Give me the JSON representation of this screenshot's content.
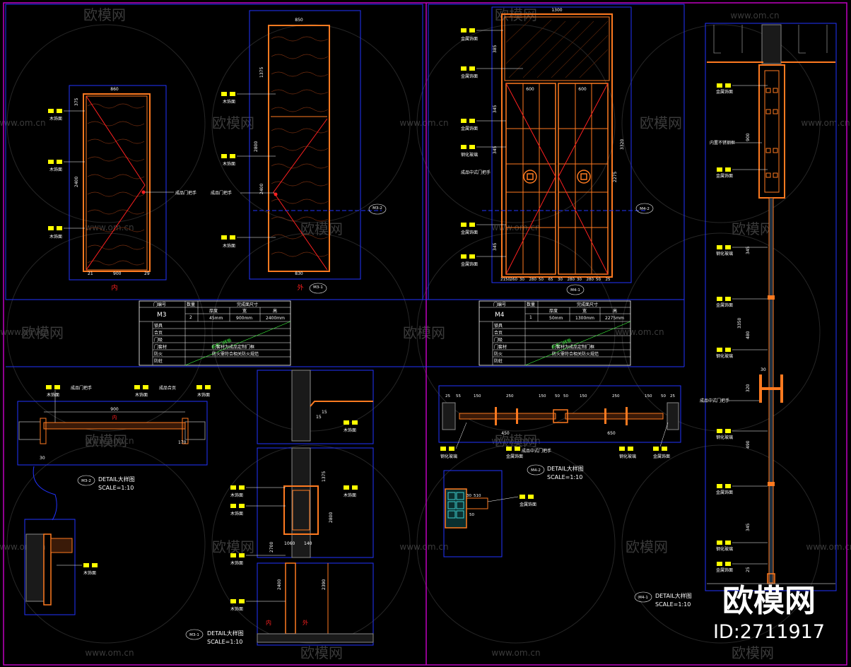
{
  "watermark": {
    "site": "www.om.cn",
    "brand": "欧模网",
    "id_label": "ID:2711917"
  },
  "colors": {
    "frame": "#c000c0",
    "line": "#2233ff",
    "door": "#ff7a20",
    "red": "#ff2020",
    "tag": "#ffff00",
    "green": "#40ff40",
    "text": "#ffffff"
  },
  "material_tags": {
    "wood": "木饰面",
    "metal": "金属饰面",
    "glass": "钢化玻璃",
    "handle": "成品门把手",
    "handle_cn": "成品中式门把手",
    "hinge": "成品合页",
    "inner_frame": "内置不锈钢框"
  },
  "elevation_m3": {
    "width": "900",
    "heights": [
      "375",
      "2400"
    ],
    "bottom_dims": [
      "21",
      "900",
      "29"
    ],
    "side_label": "内",
    "top_dim": "860"
  },
  "elevation_m3b": {
    "top_dim": "850",
    "heights": [
      "1375",
      "2800",
      "2400"
    ],
    "bottom_dim": "830",
    "side_label": "外",
    "section_mark": "M3-1",
    "section_mark2": "M3-2"
  },
  "elevation_m4": {
    "top_dim": "1300",
    "heights": [
      "385",
      "345",
      "345",
      "3320",
      "2275",
      "345"
    ],
    "panel_dims": [
      "600",
      "600"
    ],
    "bottom_dims": [
      "2150",
      "260",
      "30",
      "280",
      "50",
      "65",
      "30",
      "280",
      "30",
      "280",
      "50",
      "25"
    ],
    "section_mark": "M4-1",
    "section_mark2": "M4-2"
  },
  "schedule_m3": {
    "headers": [
      "门编号",
      "数量",
      "完成面尺寸",
      "厚度",
      "宽",
      "高"
    ],
    "id": "M3",
    "qty": "2",
    "thickness": "45mm",
    "width": "900mm",
    "height": "2400mm",
    "rows": [
      "锁具",
      "合页",
      "门吸",
      "门套材",
      "防火",
      "防蛀"
    ],
    "notes": [
      "门套材为成品定制门框",
      "防火需符合相关防火规范"
    ],
    "diagonal": "参考门样板"
  },
  "schedule_m4": {
    "id": "M4",
    "qty": "1",
    "thickness": "50mm",
    "width": "1300mm",
    "height": "2275mm",
    "rows": [
      "锁具",
      "合页",
      "门吸",
      "门套材",
      "防火",
      "防蛀"
    ],
    "notes": [
      "门套材为成品定制门框",
      "防火需符合相关防火规范"
    ],
    "diagonal": "参考门样板"
  },
  "detail_m3_2": {
    "mark": "M3-2",
    "title": "DETAIL大样图",
    "scale": "SCALE=1:10",
    "dims": [
      "900",
      "30",
      "170"
    ],
    "side_label": "内"
  },
  "detail_m3_1": {
    "mark": "M3-1",
    "title": "DETAIL大样图",
    "scale": "SCALE=1:10",
    "dims": [
      "1375",
      "2800",
      "2400",
      "2390",
      "2700",
      "1060",
      "140",
      "15",
      "15"
    ],
    "side_labels": [
      "内",
      "外"
    ]
  },
  "detail_m4_2": {
    "mark": "M4-2",
    "title": "DETAIL大样图",
    "scale": "SCALE=1:10",
    "top_dims": [
      "25",
      "55",
      "150",
      "250",
      "150",
      "50",
      "50",
      "150",
      "250",
      "150",
      "50",
      "25"
    ],
    "bottom_dims": [
      "450",
      "650"
    ],
    "small_dims": [
      "30",
      "510",
      "50"
    ]
  },
  "detail_m4_1": {
    "mark": "M4-1",
    "title": "DETAIL大样图",
    "scale": "SCALE=1:10",
    "dims": [
      "900",
      "345",
      "480",
      "30",
      "3350",
      "320",
      "490",
      "345",
      "25"
    ]
  }
}
